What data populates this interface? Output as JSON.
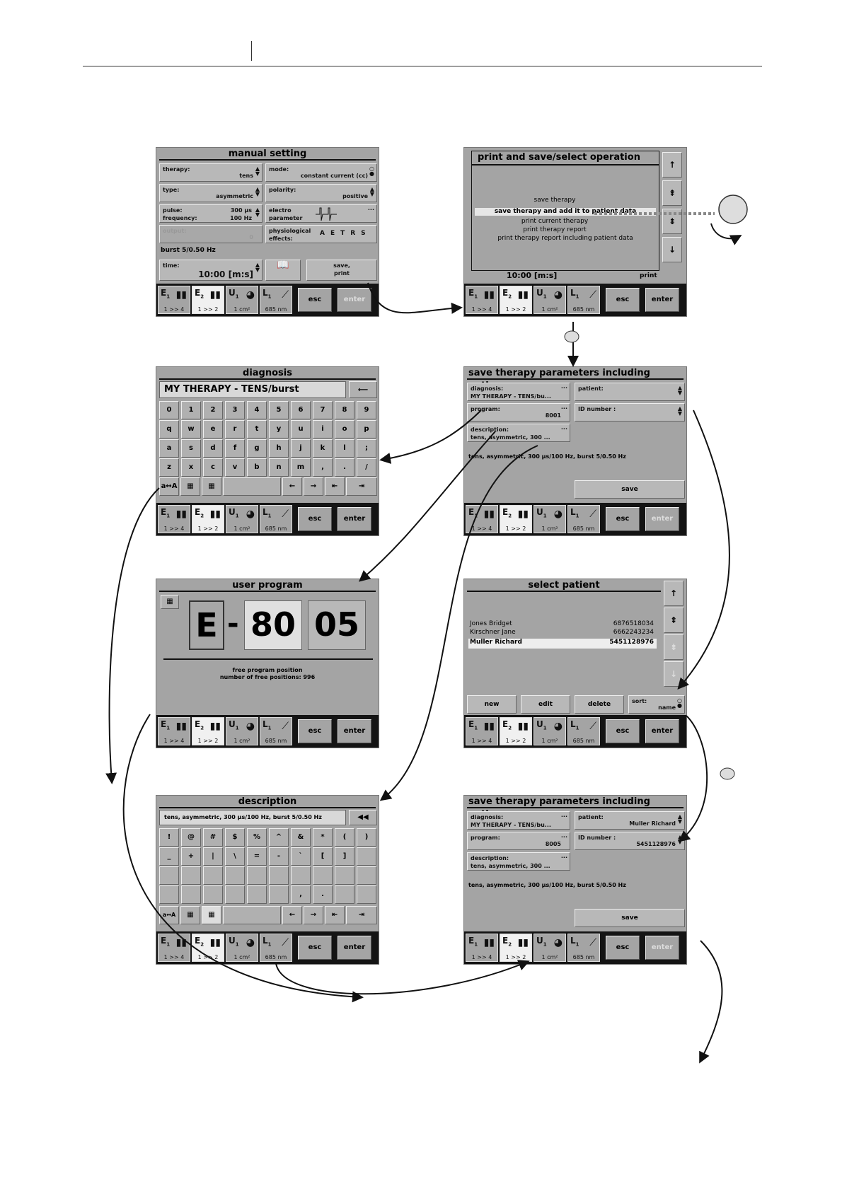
{
  "tb": {
    "e1": "E",
    "e1sub": "1",
    "e1b": "1 >> 4",
    "e2": "E",
    "e2sub": "2",
    "e2b": "1 >> 2",
    "u1": "U",
    "u1sub": "1",
    "u1b": "1 cm²",
    "l1": "L",
    "l1sub": "1",
    "l1b": "685 nm",
    "esc": "esc",
    "enter": "enter"
  },
  "s1": {
    "title": "manual setting",
    "therapy_l": "therapy:",
    "therapy_v": "tens",
    "mode_l": "mode:",
    "mode_v": "constant current (cc)",
    "type_l": "type:",
    "type_v": "asymmetric",
    "pol_l": "polarity:",
    "pol_v": "positive",
    "pulse_l": "pulse:",
    "pulse_v": "300 μs",
    "freq_l": "frequency:",
    "freq_v": "100 Hz",
    "elec_l1": "electro",
    "elec_l2": "parameter",
    "out_l": "output:",
    "out_v": "0",
    "phys_l1": "physiological",
    "phys_l2": "effects:",
    "phys_letters": "AETRS",
    "burst": "burst 5/0.50 Hz",
    "time_l": "time:",
    "time_v": "10:00 [m:s]",
    "save_l1": "save,",
    "save_l2": "print"
  },
  "s2": {
    "title": "print and save/select operation",
    "o1": "save therapy",
    "o2": "save therapy and add it to patient data",
    "o3": "print current therapy",
    "o4": "print therapy report",
    "o5": "print therapy report including patient data",
    "bg_time": "10:00 [m:s]",
    "bg_print": "print"
  },
  "s3": {
    "title": "diagnosis",
    "input": "MY THERAPY - TENS/burst",
    "row1": [
      "0",
      "1",
      "2",
      "3",
      "4",
      "5",
      "6",
      "7",
      "8",
      "9"
    ],
    "row2": [
      "q",
      "w",
      "e",
      "r",
      "t",
      "y",
      "u",
      "i",
      "o",
      "p"
    ],
    "row3": [
      "a",
      "s",
      "d",
      "f",
      "g",
      "h",
      "j",
      "k",
      "l",
      ";"
    ],
    "row4": [
      "z",
      "x",
      "c",
      "v",
      "b",
      "n",
      "m",
      ",",
      ".",
      "/"
    ],
    "case": "a↔A"
  },
  "s4": {
    "title": "save therapy parameters including patie...",
    "diag_l": "diagnosis:",
    "diag_v": "MY THERAPY - TENS/bu...",
    "prog_l": "program:",
    "prog_v": "8001",
    "desc_l": "description:",
    "desc_v": "tens, asymmetric, 300 ...",
    "pat_l": "patient:",
    "id_l": "ID number :",
    "summary": "tens, asymmetric, 300 μs/100 Hz, burst 5/0.50 Hz",
    "save": "save"
  },
  "s5": {
    "title": "user program",
    "e": "E",
    "dash": "-",
    "n1": "80",
    "n2": "05",
    "line1": "free program position",
    "line2": "number of free positions: 996"
  },
  "s6": {
    "title": "select patient",
    "p": [
      {
        "n": "Jones Bridget",
        "id": "6876518034"
      },
      {
        "n": "Kirschner Jane",
        "id": "6662243234"
      },
      {
        "n": "Muller Richard",
        "id": "5451128976"
      }
    ],
    "new": "new",
    "edit": "edit",
    "delete": "delete",
    "sort_l": "sort:",
    "sort_v": "name"
  },
  "s7": {
    "title": "description",
    "input": "tens, asymmetric, 300 μs/100 Hz, burst 5/0.50 Hz",
    "row1": [
      "!",
      "@",
      "#",
      "$",
      "%",
      "^",
      "&",
      "*",
      "(",
      ")"
    ],
    "row2": [
      "_",
      "+",
      "|",
      "\\",
      "=",
      "-",
      "`",
      "[",
      "]",
      ""
    ],
    "row4": [
      "",
      "",
      "",
      "",
      "",
      "",
      ",",
      ".",
      "",
      ""
    ],
    "case": "a↔A"
  },
  "s8": {
    "title": "save therapy parameters including patie...",
    "diag_l": "diagnosis:",
    "diag_v": "MY THERAPY - TENS/bu...",
    "prog_l": "program:",
    "prog_v": "8005",
    "desc_l": "description:",
    "desc_v": "tens, asymmetric, 300 ...",
    "pat_l": "patient:",
    "pat_v": "Muller Richard",
    "id_l": "ID number :",
    "id_v": "5451128976",
    "summary": "tens, asymmetric, 300 μs/100 Hz, burst 5/0.50 Hz",
    "save": "save"
  }
}
